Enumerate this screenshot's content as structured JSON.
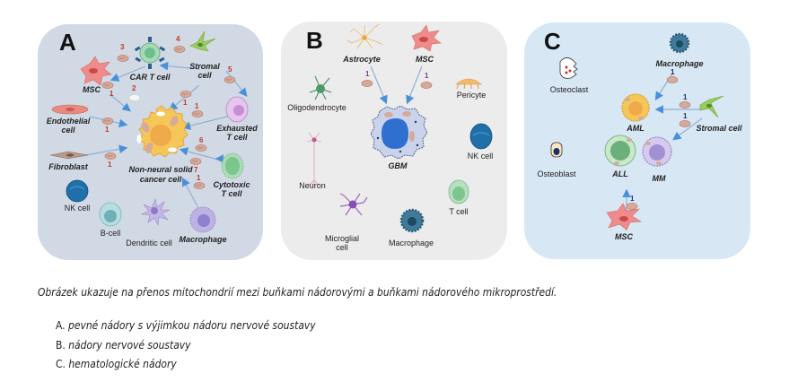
{
  "header": {
    "cut_text": ""
  },
  "figure": {
    "panelA": {
      "label": "A",
      "center": "Non-neural solid cancer cell",
      "center_line1": "Non-neural solid",
      "center_line2": "cancer cell",
      "cells": {
        "msc": "MSC",
        "car_t_1": "CAR T cell",
        "stromal_1": "Stromal",
        "stromal_2": "cell",
        "endothelial_1": "Endothelial",
        "endothelial_2": "cell",
        "exhausted_1": "Exhausted",
        "exhausted_2": "T cell",
        "fibroblast": "Fibroblast",
        "cytotoxic_1": "Cytotoxic",
        "cytotoxic_2": "T cell",
        "nk": "NK cell",
        "bcell": "B-cell",
        "dendritic": "Dendritic cell",
        "macrophage": "Macrophage"
      },
      "numbers": [
        "3",
        "4",
        "5",
        "2",
        "1",
        "1",
        "1",
        "1",
        "1",
        "6",
        "7",
        "1",
        "1"
      ]
    },
    "panelB": {
      "label": "B",
      "center": "GBM",
      "cells": {
        "astrocyte": "Astrocyte",
        "msc": "MSC",
        "oligodendrocyte": "Oligodendrocyte",
        "pericyte": "Pericyte",
        "neuron": "Neuron",
        "nk": "NK cell",
        "tcell": "T cell",
        "microglial_1": "Microglial",
        "microglial_2": "cell",
        "macrophage": "Macrophage"
      },
      "numbers": [
        "1",
        "1"
      ]
    },
    "panelC": {
      "label": "C",
      "cells": {
        "osteoclast": "Osteoclast",
        "macrophage": "Macrophage",
        "aml": "AML",
        "stromal": "Stromal cell",
        "osteoblast": "Osteoblast",
        "all": "ALL",
        "mm": "MM",
        "msc": "MSC"
      },
      "numbers": [
        "1",
        "1",
        "1",
        "1"
      ]
    }
  },
  "caption": "Obrázek ukazuje na přenos mitochondrií mezi buňkami nádorovými a buňkami nádorového mikroprostředí.",
  "legend": [
    {
      "letter": "A.",
      "text": "pevné nádory s výjimkou nádoru nervové soustavy"
    },
    {
      "letter": "B.",
      "text": "nádory nervové soustavy"
    },
    {
      "letter": "C.",
      "text": "hematologické nádory"
    }
  ],
  "colors": {
    "panelA_bg": "#d1d9e4",
    "panelB_bg": "#ececec",
    "panelC_bg": "#d8e7f4",
    "arrow": "#4a90d9",
    "number_red": "#c0392b"
  }
}
